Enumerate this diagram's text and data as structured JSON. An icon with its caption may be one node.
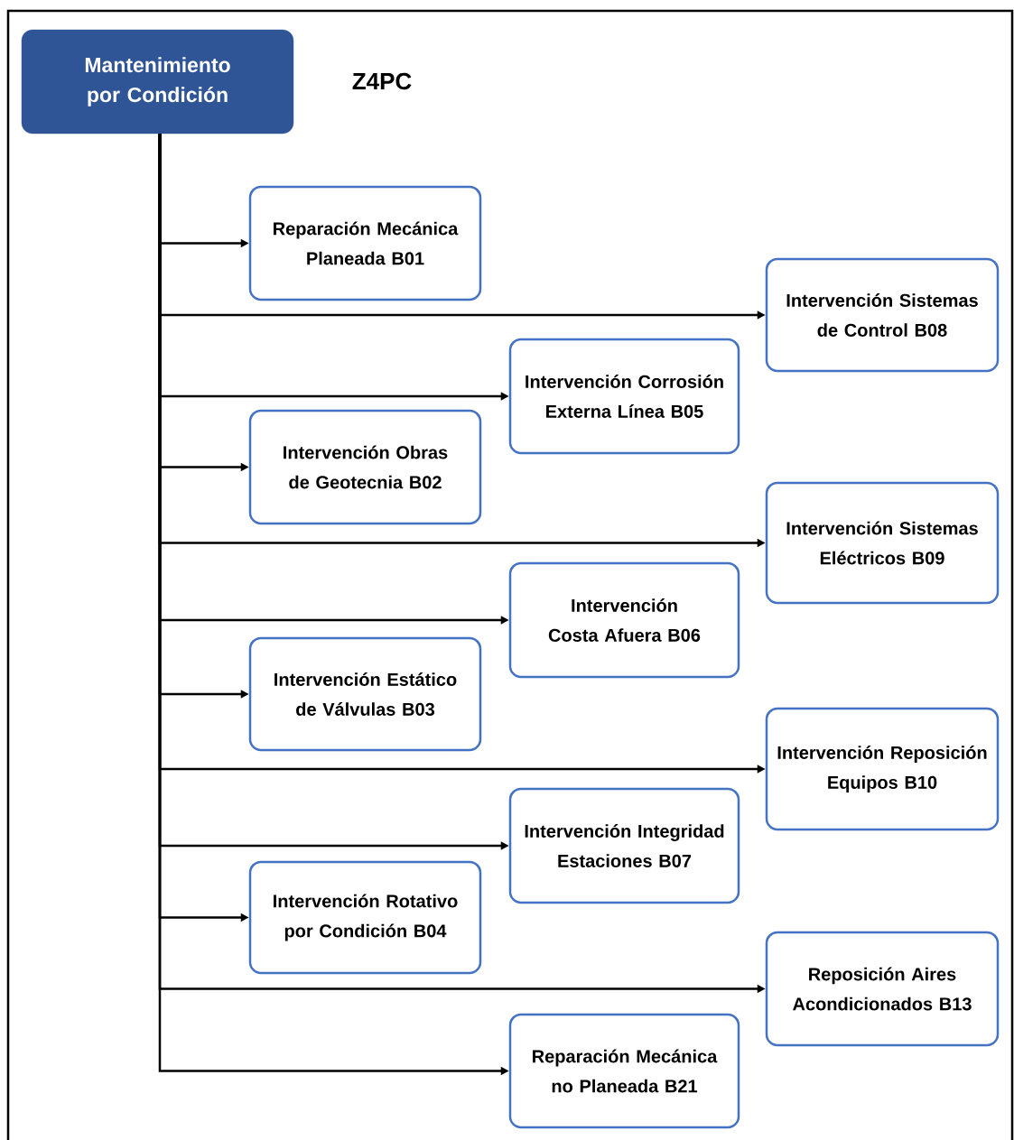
{
  "diagram": {
    "nodes": [
      {
        "text": [
          "Mantenimiento por Condición"
        ]
      },
      {
        "text": [
          "Reparación Mecánica Planeada B01"
        ]
      },
      {
        "text": [
          "Intervención Sistemas de Control B08"
        ]
      },
      {
        "text": [
          "Intervención Corrosión Externa Línea B05"
        ]
      },
      {
        "text": [
          "Intervención Obras de Geotecnia B02"
        ]
      },
      {
        "text": [
          "Intervención Sistemas Eléctricos B09"
        ]
      },
      {
        "text": [
          "Intervención Costa Afuera B06"
        ]
      },
      {
        "text": [
          "Intervención Estático de Válvulas B03"
        ]
      },
      {
        "text": [
          "Intervención Reposición Equipos B10"
        ]
      },
      {
        "text": [
          "Intervención Integridad Estaciones B07"
        ]
      },
      {
        "text": [
          "Intervención Rotativo por Condición B04"
        ]
      },
      {
        "text": [
          "Reposición Aires Acondicionados B13"
        ]
      },
      {
        "text": [
          "Reparación Mecánica no Planeada B21"
        ]
      }
    ],
    "edges": [
      {
        "from": 0,
        "to": 1,
        "arrow": "to"
      },
      {
        "from": 0,
        "to": 2,
        "arrow": "to"
      },
      {
        "from": 0,
        "to": 3,
        "arrow": "to"
      },
      {
        "from": 0,
        "to": 4,
        "arrow": "to"
      },
      {
        "from": 0,
        "to": 5,
        "arrow": "to"
      },
      {
        "from": 0,
        "to": 6,
        "arrow": "to"
      },
      {
        "from": 0,
        "to": 7,
        "arrow": "to"
      },
      {
        "from": 0,
        "to": 8,
        "arrow": "to"
      },
      {
        "from": 0,
        "to": 9,
        "arrow": "to"
      },
      {
        "from": 0,
        "to": 10,
        "arrow": "to"
      },
      {
        "from": 0,
        "to": 11,
        "arrow": "to"
      },
      {
        "from": 0,
        "to": 12,
        "arrow": "to"
      }
    ],
    "labels": [
      "Z4PC"
    ]
  }
}
